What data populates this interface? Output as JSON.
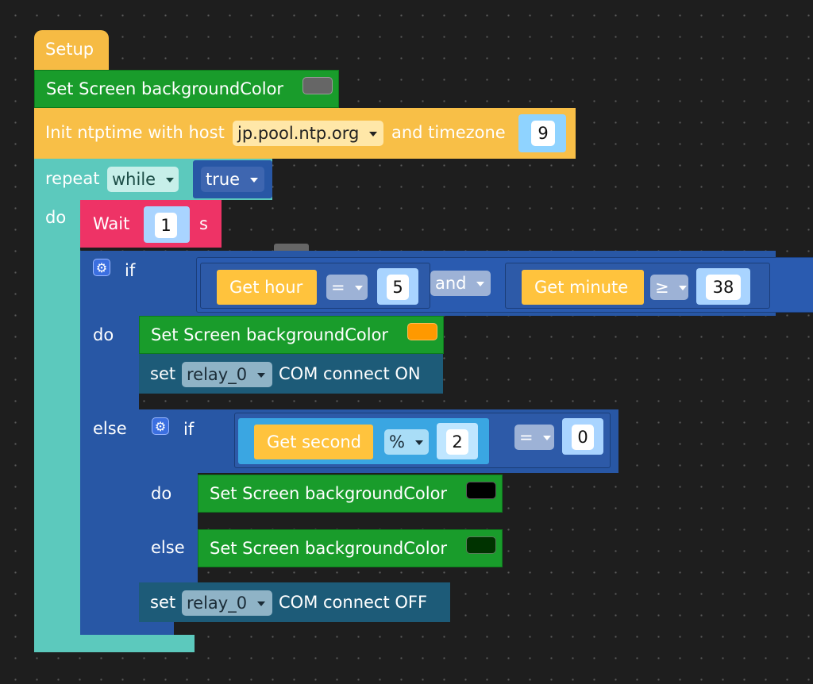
{
  "setup_label": "Setup",
  "set_bg": {
    "label": "Set Screen backgroundColor",
    "color": "#666666"
  },
  "ntp": {
    "label_before": "Init ntptime with host",
    "host": "jp.pool.ntp.org",
    "label_mid": "and timezone",
    "timezone": "9"
  },
  "repeat": {
    "label": "repeat",
    "mode": "while",
    "condition": "true",
    "do_label": "do"
  },
  "wait": {
    "label": "Wait",
    "value": "1",
    "unit": "s"
  },
  "if1": {
    "if_label": "if",
    "get_hour": "Get hour",
    "op1": "=",
    "val1": "5",
    "logic": "and",
    "get_minute": "Get minute",
    "op2": "≥",
    "val2": "38",
    "do_label": "do",
    "else_label": "else",
    "do_set_bg": {
      "label": "Set Screen backgroundColor",
      "color": "#ff9900"
    },
    "do_relay": {
      "set": "set",
      "relay": "relay_0",
      "action": "COM connect ON"
    }
  },
  "if2": {
    "if_label": "if",
    "get_second": "Get second",
    "mod_op": "%",
    "mod_val": "2",
    "eq_op": "=",
    "eq_val": "0",
    "do_label": "do",
    "else_label": "else",
    "do_set_bg": {
      "label": "Set Screen backgroundColor",
      "color": "#000000"
    },
    "else_set_bg": {
      "label": "Set Screen backgroundColor",
      "color": "#003300"
    }
  },
  "relay_off": {
    "set": "set",
    "relay": "relay_0",
    "action": "COM connect OFF"
  }
}
